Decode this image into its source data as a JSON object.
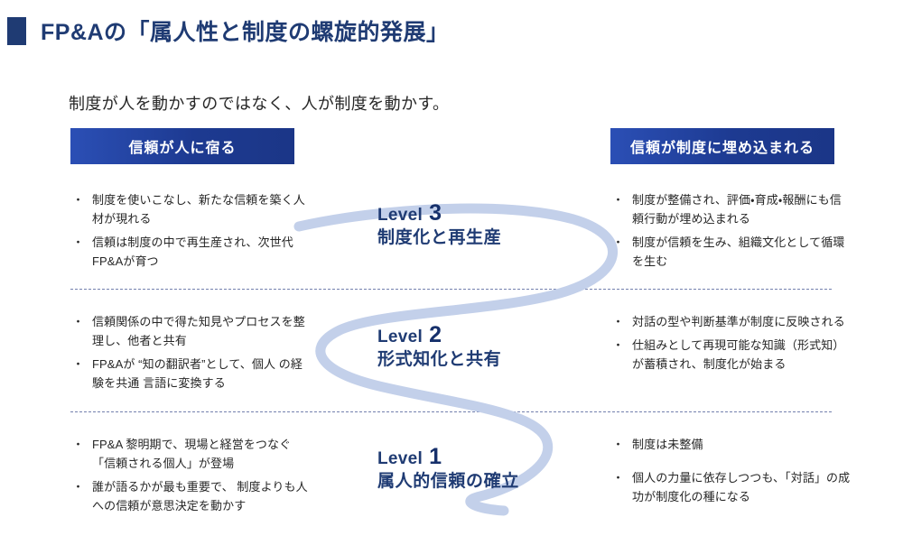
{
  "slide": {
    "title": "FP&Aの「属人性と制度の螺旋的発展」",
    "subtitle": "制度が人を動かすのではなく、人が制度を動かす。",
    "accent_color": "#1f3b73",
    "header_bar_color": "#1d3a91",
    "curve_color": "#c3d0ea",
    "divider_color": "#5b6aa0"
  },
  "columns": {
    "left_header": "信頼が人に宿る",
    "right_header": "信頼が制度に埋め込まれる"
  },
  "levels": [
    {
      "id": "level-3",
      "label": "Level",
      "number": "3",
      "name": "制度化と再生産",
      "left_bullets": [
        "制度を使いこなし、新たな信頼を築く人材が現れる",
        "信頼は制度の中で再生産され、次世代FP&Aが育つ"
      ],
      "right_bullets": [
        "制度が整備され、評価・育成・報酬にも信頼行動が埋め込まれる",
        "制度が信頼を生み、組織文化として循環を生む"
      ]
    },
    {
      "id": "level-2",
      "label": "Level",
      "number": "2",
      "name": "形式知化と共有",
      "left_bullets": [
        "信頼関係の中で得た知見やプロセスを整理し、他者と共有",
        "FP&Aが “知の翻訳者”として、個人 の経験を共通 言語に変換する"
      ],
      "right_bullets": [
        "対話の型や判断基準が制度に反映される",
        "仕組みとして再現可能な知識（形式知）が蓄積され、制度化が始まる"
      ]
    },
    {
      "id": "level-1",
      "label": "Level",
      "number": "1",
      "name": "属人的信頼の確立",
      "left_bullets": [
        "FP&A 黎明期で、現場と経営をつなぐ「信頼される個人」が登場",
        "誰が語るかが最も重要で、 制度よりも人への信頼が意思決定を動かす"
      ],
      "right_bullets": [
        "制度は未整備",
        "個人の力量に依存しつつも、「対話」の成功が制度化の種になる"
      ]
    }
  ],
  "bullet_mark": "・"
}
